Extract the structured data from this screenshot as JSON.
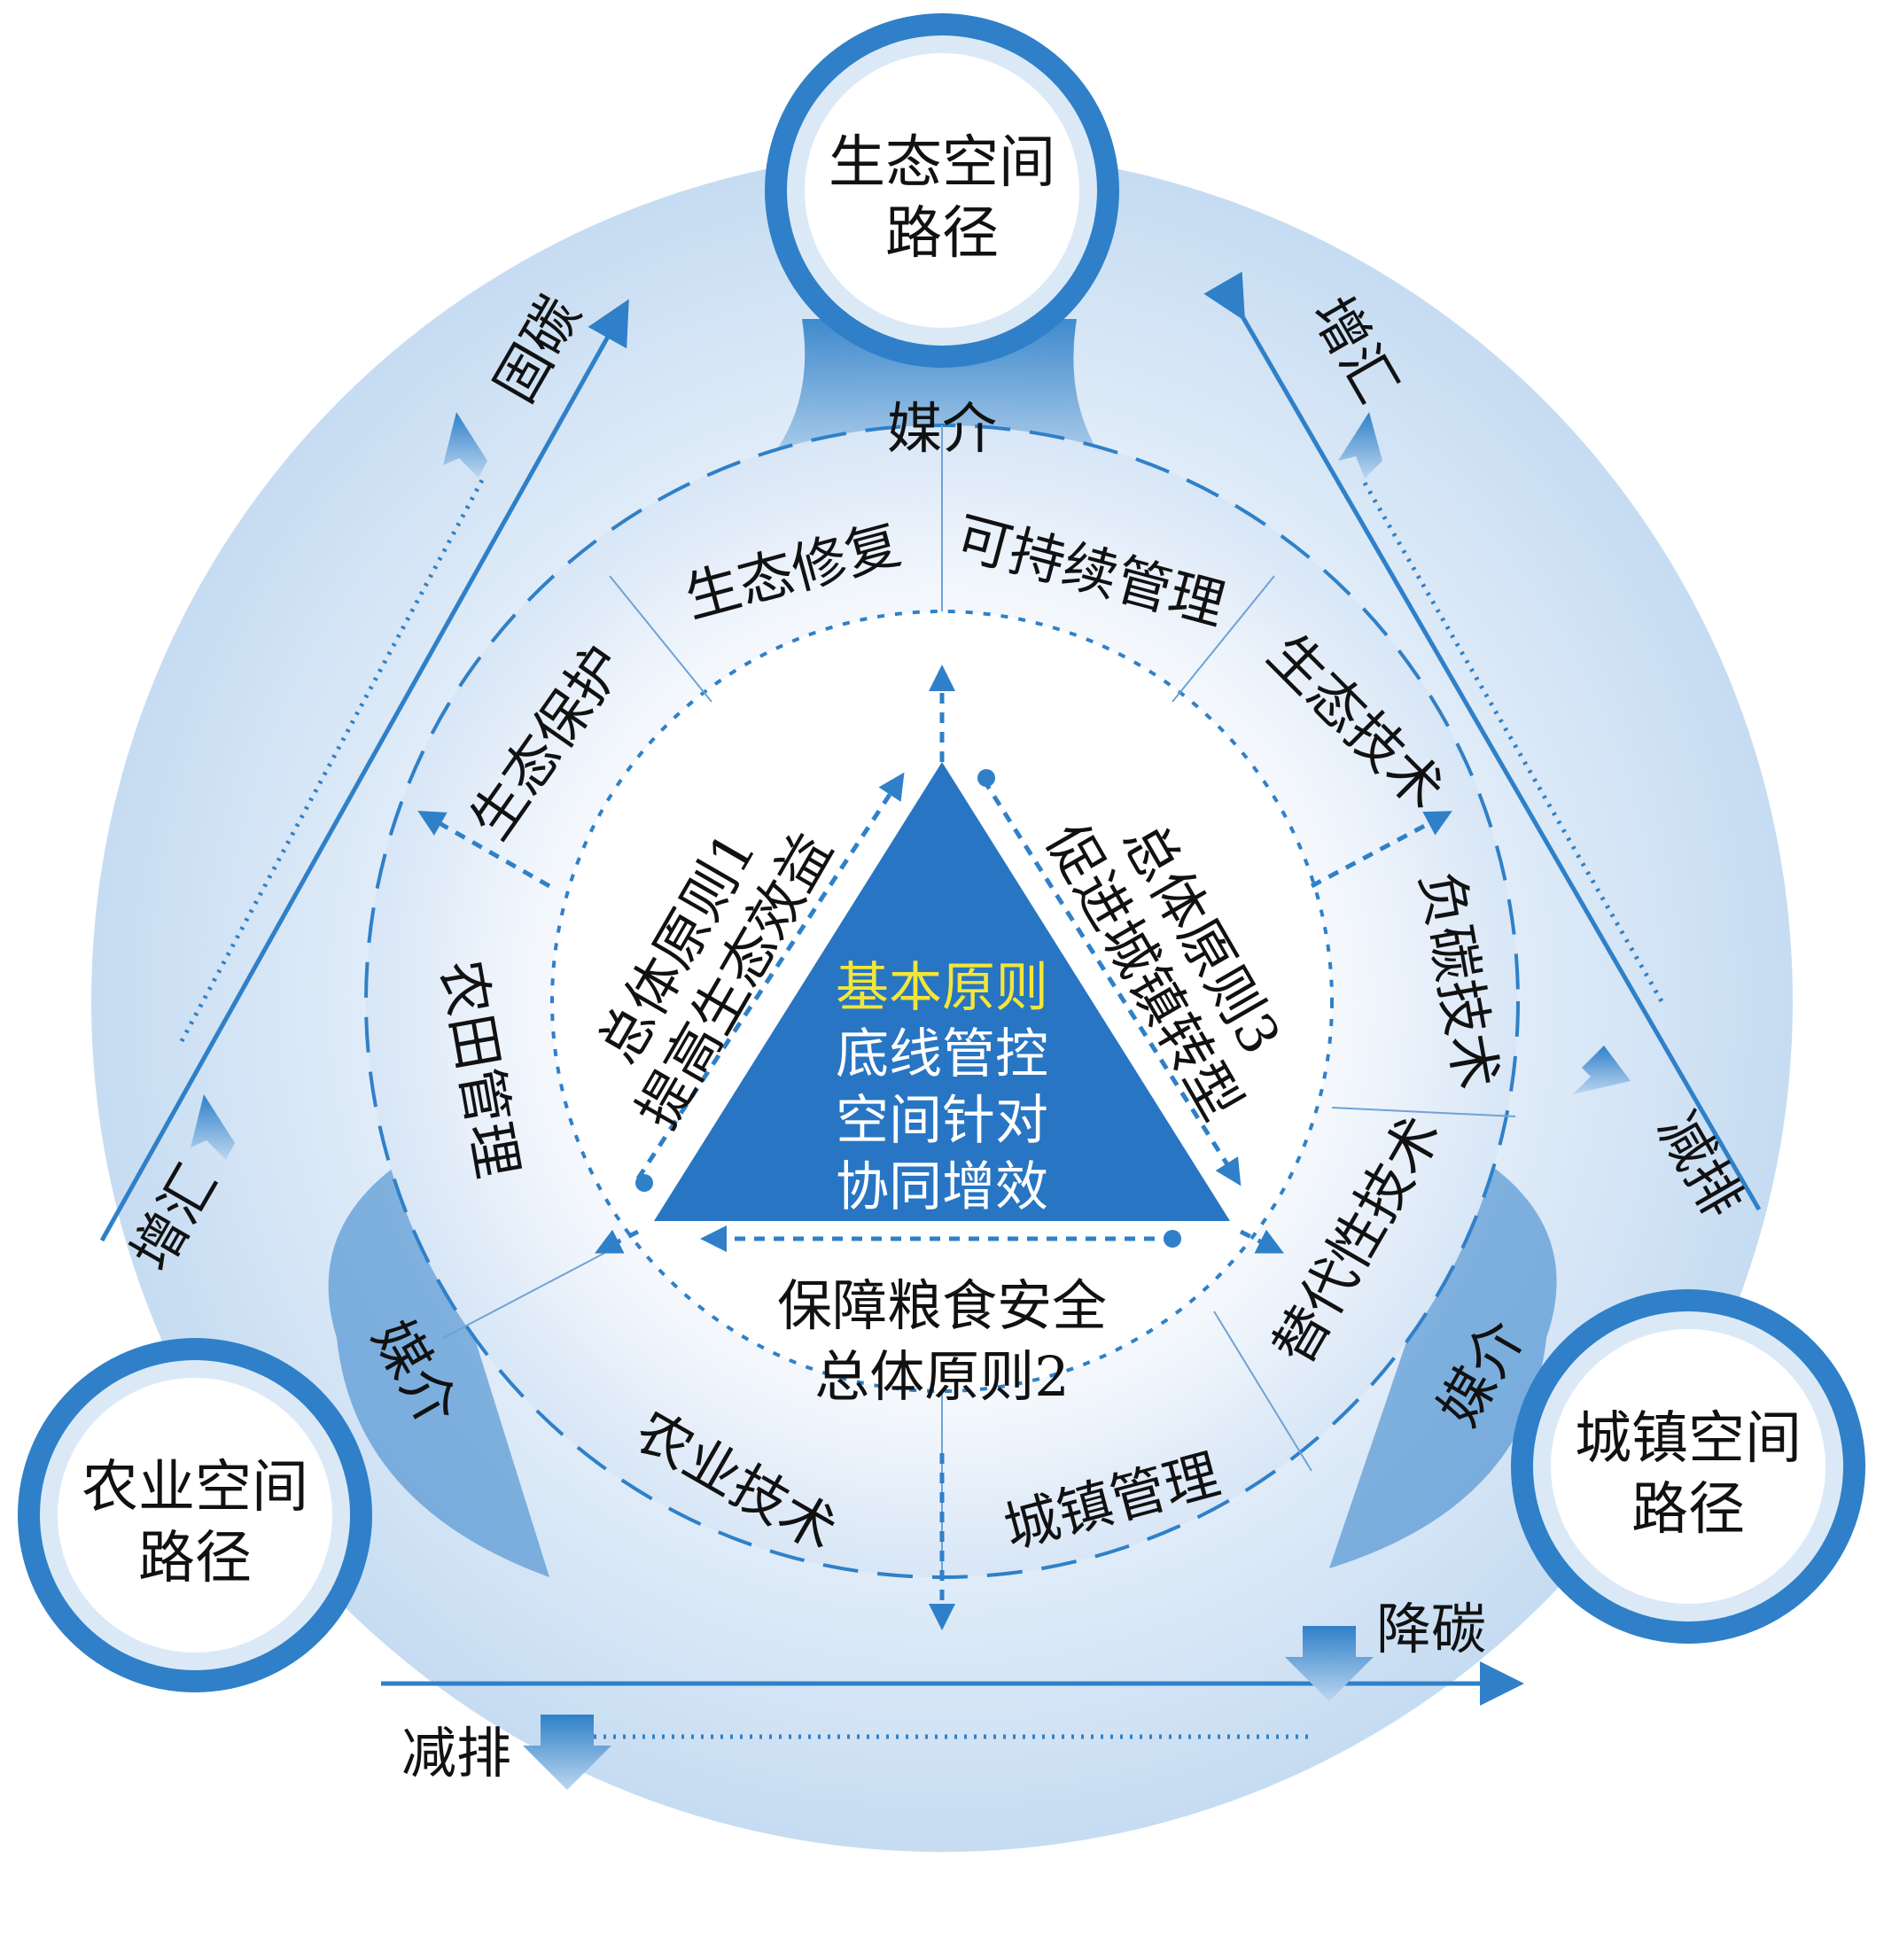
{
  "colors": {
    "accent": "#2f80c8",
    "triangle": "#2875c3",
    "triangle_title": "#f2e63a",
    "background_glow": "#cfe2f5"
  },
  "hubs": {
    "eco": {
      "line1": "生态空间",
      "line2": "路径"
    },
    "agri": {
      "line1": "农业空间",
      "line2": "路径"
    },
    "urban": {
      "line1": "城镇空间",
      "line2": "路径"
    }
  },
  "mediator": "媒介",
  "triangle": {
    "title": "基本原则",
    "lines": [
      "底线管控",
      "空间针对",
      "协同增效"
    ]
  },
  "principles": {
    "p1": {
      "line1": "总体原则1",
      "line2": "提高生态效益"
    },
    "p2": {
      "line1": "保障粮食安全",
      "line2": "总体原则2"
    },
    "p3": {
      "line1": "总体原则3",
      "line2": "促进城镇转型"
    }
  },
  "ring_segments": [
    "生态修复",
    "可持续管理",
    "生态技术",
    "负碳技术",
    "替代性技术",
    "城镇管理",
    "农业技术",
    "农田管理",
    "生态保护"
  ],
  "flows": {
    "left_top": "固碳",
    "left_bottom": "增汇",
    "right_top": "增汇",
    "right_bottom": "减排",
    "bottom_right": "降碳",
    "bottom_left": "减排"
  }
}
